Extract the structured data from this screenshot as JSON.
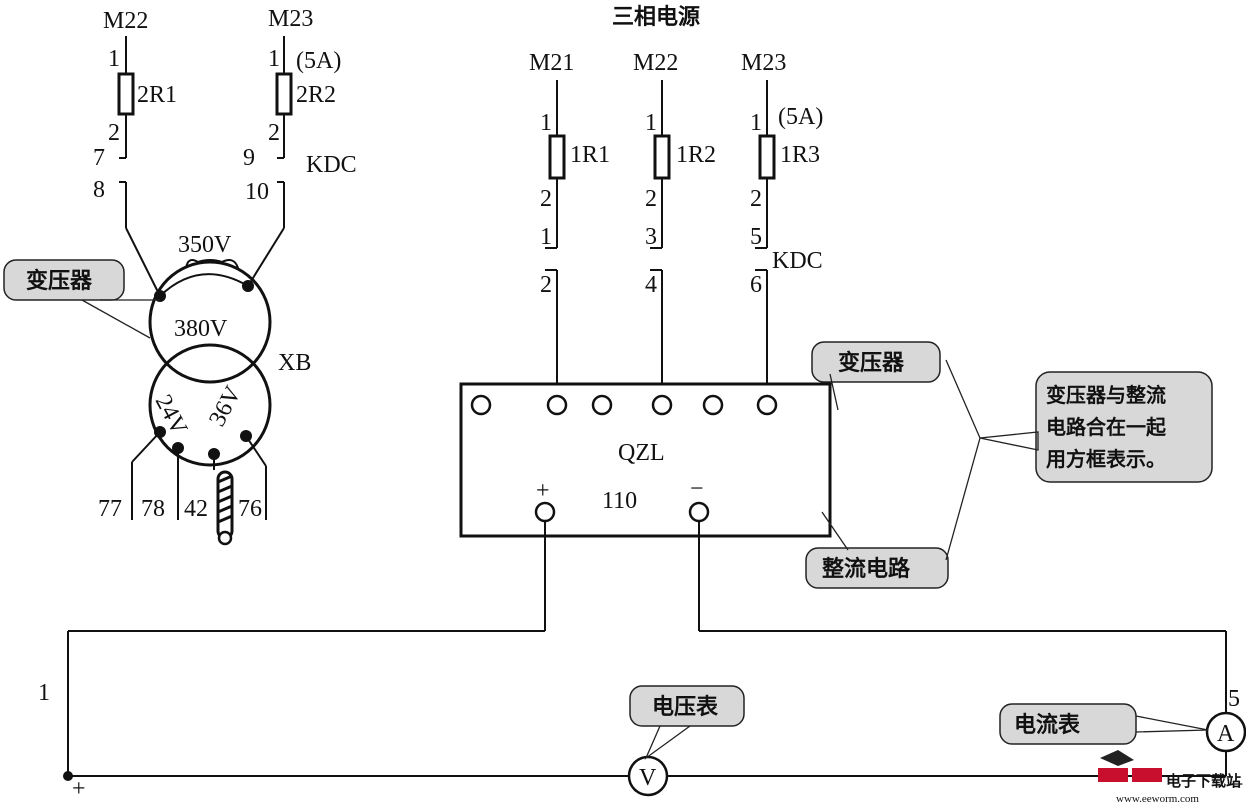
{
  "title": "三相电源",
  "left_fuses": {
    "fuse_a": {
      "phase": "M22",
      "pin_top": "1",
      "pin_bottom": "2",
      "name": "2R1",
      "t_top": "7",
      "t_bottom": "8"
    },
    "fuse_b": {
      "phase": "M23",
      "pin_top": "1",
      "pin_bottom": "2",
      "name": "2R2",
      "rating": "(5A)",
      "t_top": "9",
      "t_bottom": "10"
    },
    "switch_name": "KDC"
  },
  "transformer": {
    "callout": "变压器",
    "primary_tap": "350V",
    "primary": "380V",
    "name": "XB",
    "secondary_a": "24V",
    "secondary_b": "36V",
    "terminals": [
      "77",
      "78",
      "42",
      "76"
    ]
  },
  "right_fuses": {
    "phases": [
      "M21",
      "M22",
      "M23"
    ],
    "pin_top": "1",
    "pin_bottom": "2",
    "names": [
      "1R1",
      "1R2",
      "1R3"
    ],
    "rating": "(5A)",
    "switch_top": [
      "1",
      "3",
      "5"
    ],
    "switch_bottom": [
      "2",
      "4",
      "6"
    ],
    "switch_name": "KDC"
  },
  "rectifier": {
    "name": "QZL",
    "voltage": "110",
    "plus": "+",
    "minus": "−"
  },
  "callouts": {
    "transformer": "变压器",
    "rectifier": "整流电路",
    "note_line1": "变压器与整流",
    "note_line2": "电路合在一起",
    "note_line3": "用方框表示。",
    "voltmeter": "电压表",
    "ammeter": "电流表"
  },
  "meters": {
    "voltmeter_symbol": "V",
    "ammeter_symbol": "A"
  },
  "wires": {
    "left_label": "1",
    "left_sign": "+",
    "right_label": "5",
    "right_sign": "−"
  },
  "watermark": {
    "brand": "电子下载站",
    "url": "www.eeworm.com"
  }
}
